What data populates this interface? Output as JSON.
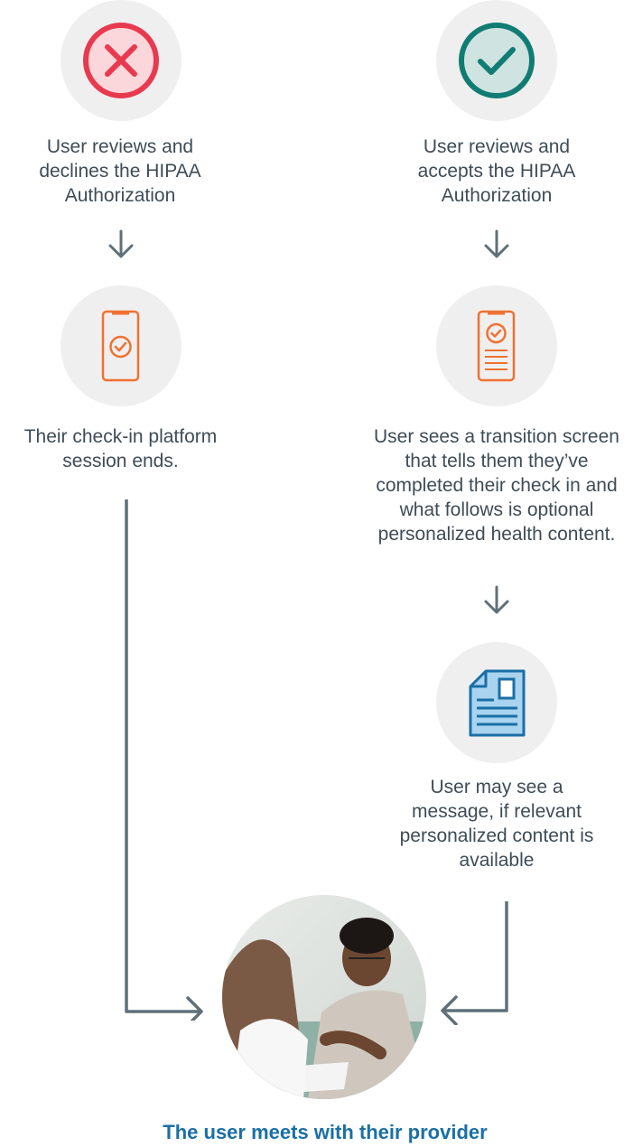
{
  "left": {
    "step1_text": "User reviews and declines the HIPAA Authorization",
    "step1_icon": "x-circle-icon",
    "step2_icon": "phone-check-icon",
    "step2_text": "Their check-in platform session ends."
  },
  "right": {
    "step1_text": "User reviews and accepts the HIPAA Authorization",
    "step1_icon": "check-circle-icon",
    "step2_icon": "phone-document-icon",
    "step2_text": "User sees a transition screen that tells them they’ve completed their check in and what follows is optional personalized health content.",
    "step3_icon": "document-icon",
    "step3_text": "User may see a message, if relevant personalized content is available"
  },
  "final": {
    "caption": "The user meets with their provider",
    "image": "provider-meeting-photo"
  },
  "colors": {
    "decline": "#e8394f",
    "accept": "#117c73",
    "phone": "#f07131",
    "document": "#1a6fa6",
    "connector": "#5f7079",
    "caption": "#1a6fa6"
  }
}
